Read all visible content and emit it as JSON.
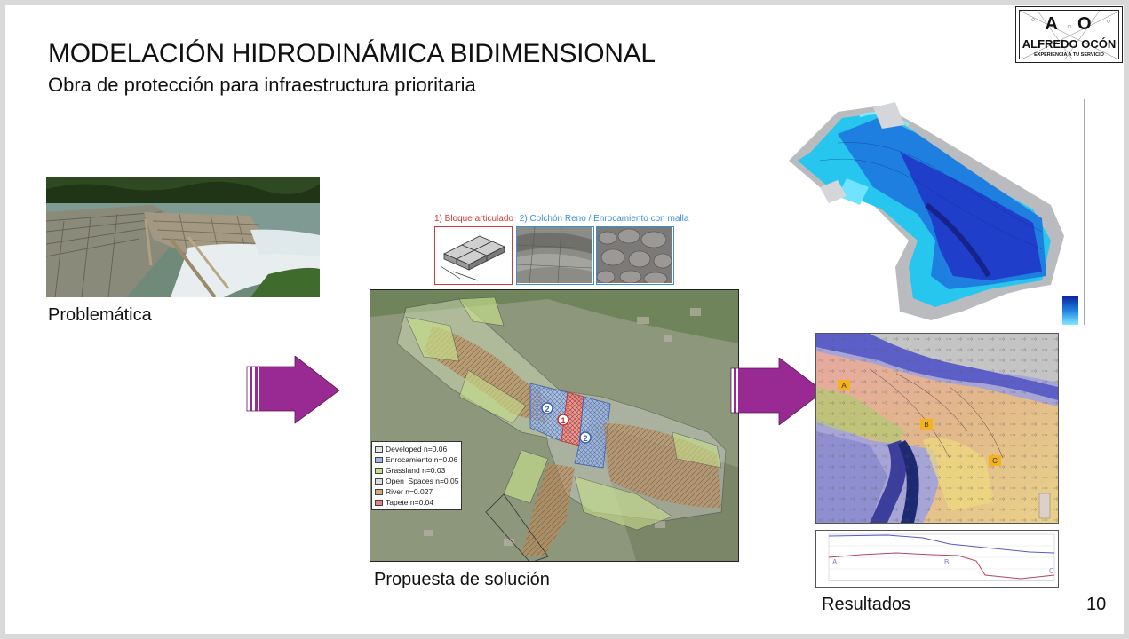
{
  "header": {
    "title": "MODELACIÓN HIDRODINÁMICA BIDIMENSIONAL",
    "subtitle": "Obra de protección para infraestructura prioritaria"
  },
  "logo": {
    "letters": "AO",
    "name": "ALFREDO OCÓN",
    "tagline": "EXPERIENCIA A TU SERVICIO"
  },
  "sections": {
    "problem_caption": "Problemática",
    "solution_caption": "Propuesta de solución",
    "results_caption": "Resultados"
  },
  "insets": {
    "label_1": "1) Bloque articulado",
    "label_2": "2) Colchón Reno / Enrocamiento con malla"
  },
  "map_markers": [
    "1",
    "2",
    "2"
  ],
  "legend": [
    {
      "label": "Developed n=0.06",
      "color": "#e6e6e6"
    },
    {
      "label": "Enrocamiento n=0.06",
      "color": "#9fb8e8"
    },
    {
      "label": "Grassland n=0.03",
      "color": "#c9de8a"
    },
    {
      "label": "Open_Spaces n=0.05",
      "color": "#dcdcdc"
    },
    {
      "label": "River n=0.027",
      "color": "#d9a87a"
    },
    {
      "label": "Tapete n=0.04",
      "color": "#e88080"
    }
  ],
  "result_points": [
    "A",
    "B",
    "C"
  ],
  "profile_points": [
    "A",
    "B",
    "C"
  ],
  "page_number": "10",
  "colors": {
    "arrow": "#9a2a93",
    "water_deep": "#1f3ec9",
    "water_shallow": "#27c6ef"
  }
}
